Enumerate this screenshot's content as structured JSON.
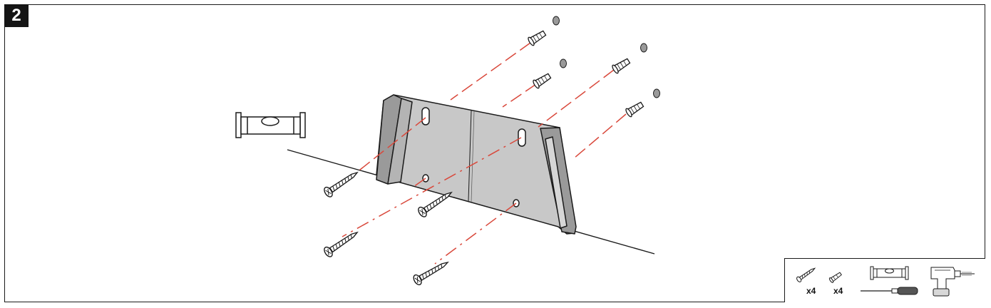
{
  "step": {
    "number": "2"
  },
  "tools": {
    "screw_qty": "x4",
    "anchor_qty": "x4",
    "items": [
      "screw-icon",
      "wall-anchor-icon",
      "spirit-level-icon",
      "screwdriver-icon",
      "power-drill-icon"
    ]
  },
  "colors": {
    "outline": "#1a1a1a",
    "bracket_fill": "#c8c8c8",
    "bracket_shadow": "#8f8f8f",
    "guide_line": "#d9483b",
    "anchor_cap": "#9a9a9a"
  }
}
